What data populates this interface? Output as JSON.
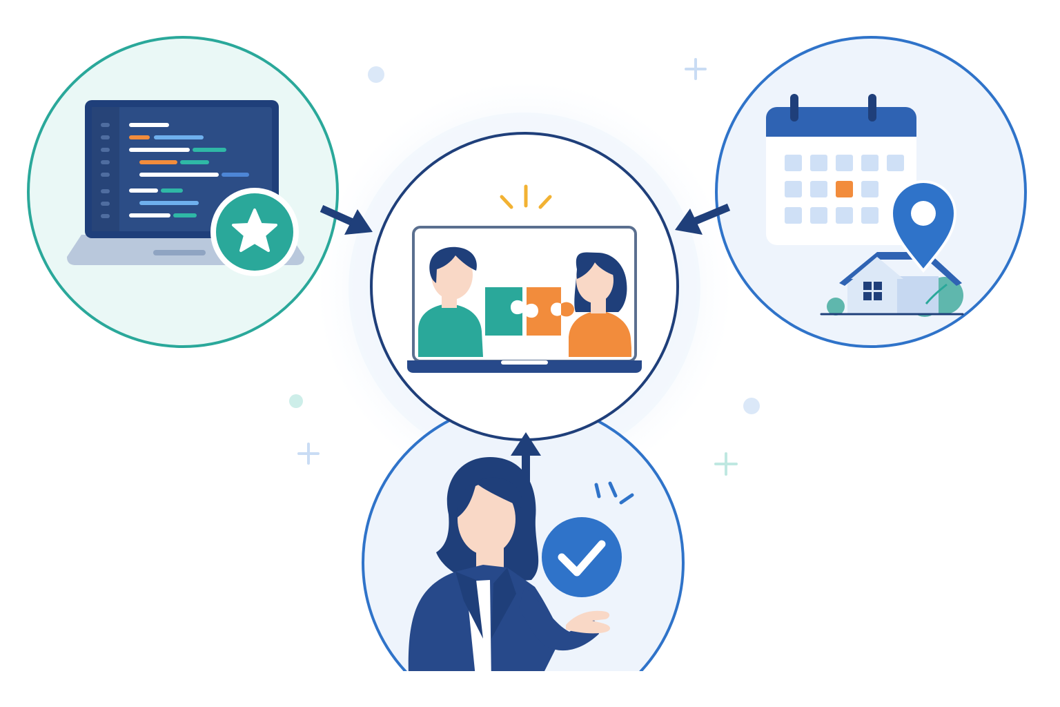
{
  "diagram": {
    "nodes": [
      {
        "id": "hub",
        "icon": "video-collaboration-puzzle-icon"
      },
      {
        "id": "skills",
        "icon": "laptop-code-star-icon"
      },
      {
        "id": "schedule",
        "icon": "calendar-location-home-icon"
      },
      {
        "id": "approval",
        "icon": "woman-presenting-checkmark-icon"
      }
    ],
    "edges": [
      {
        "from": "skills",
        "to": "hub"
      },
      {
        "from": "schedule",
        "to": "hub"
      },
      {
        "from": "approval",
        "to": "hub"
      }
    ]
  },
  "colors": {
    "navy": "#1f3f7a",
    "teal": "#2aa89a",
    "blue": "#2f73c9",
    "orange": "#f28c3c",
    "pale_blue": "#eef4fc",
    "pale_teal": "#eaf8f6",
    "skin": "#f9d8c6"
  }
}
